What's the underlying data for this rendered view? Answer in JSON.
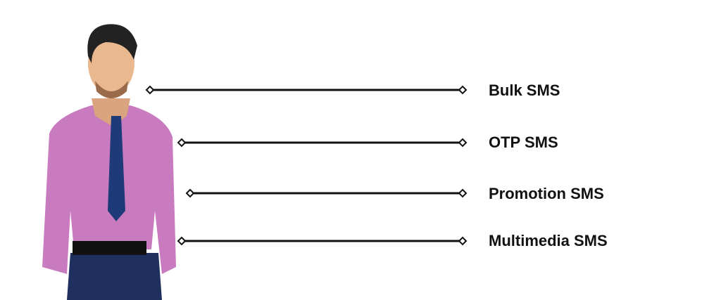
{
  "items": [
    {
      "label": "Bulk SMS"
    },
    {
      "label": "OTP SMS"
    },
    {
      "label": "Promotion SMS"
    },
    {
      "label": "Multimedia SMS"
    }
  ],
  "colors": {
    "shirt": "#c97bbf",
    "tie": "#1f3a78",
    "pants": "#1f2f5e",
    "skin": "#e9b88f",
    "hair": "#222222"
  }
}
